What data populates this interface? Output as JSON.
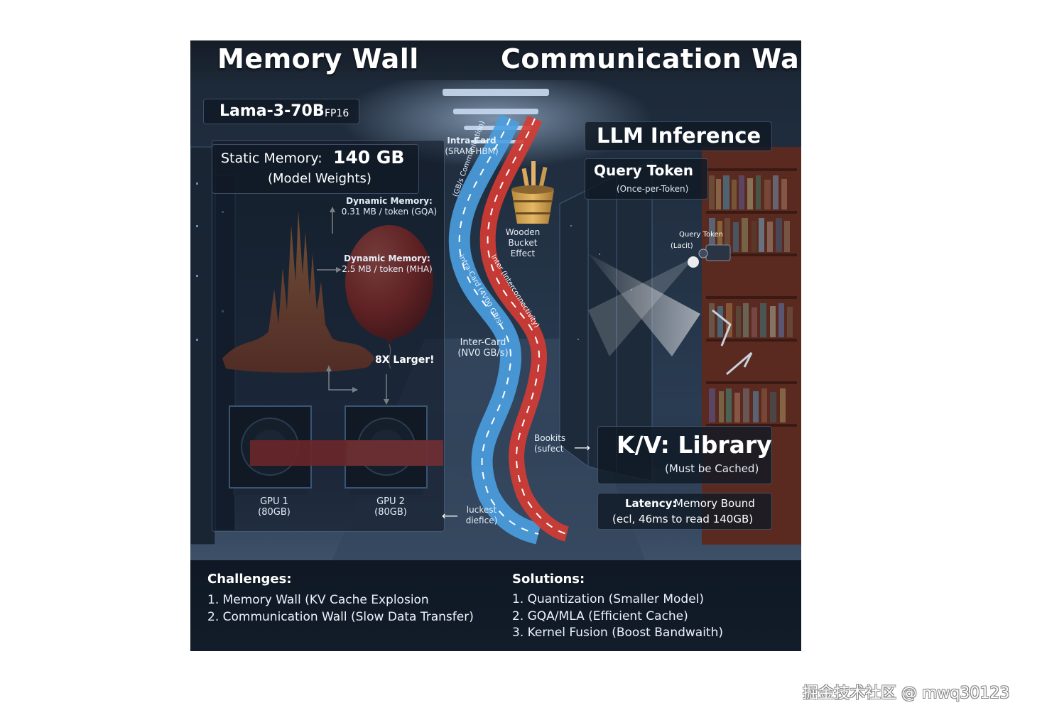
{
  "titles": {
    "left": "Memory Wall",
    "right": "Communication Wall"
  },
  "model": {
    "name": "Lama-3-70B",
    "precision": "FP16"
  },
  "static_memory": {
    "label": "Static Memory:",
    "value": "140 GB",
    "note": "(Model Weights)"
  },
  "dynamic_gqa": {
    "line1": "Dynamic Memory:",
    "line2": "0.31 MB / token (GQA)"
  },
  "dynamic_mha": {
    "line1": "Dynamic Memory:",
    "line2": "2.5 MB / token (MHA)"
  },
  "larger_label": "8X Larger!",
  "gpus": [
    {
      "name": "GPU 1",
      "mem": "(80GB)"
    },
    {
      "name": "GPU 2",
      "mem": "(80GB)"
    }
  ],
  "roads": {
    "intra_card": {
      "line1": "Intra-Card",
      "line2": "(SRAM-HBM)"
    },
    "inter_card": {
      "line1": "Inter-Card",
      "line2": "(NV0 GB/s)"
    },
    "blue_road_text": "intra-Card (4V00 GB/s)",
    "blue_road_top_text": "(GB/s Communication)",
    "red_road_text": "Inter (Interconnectivity)",
    "bucket": {
      "line1": "Wooden",
      "line2": "Bucket",
      "line3": "Effect"
    },
    "bookits": {
      "line1": "Bookits",
      "line2": "(sufect"
    },
    "luckest": {
      "line1": "luckest",
      "line2": "diefice)"
    }
  },
  "llm": {
    "title": "LLM Inference",
    "query_title": "Query Token",
    "query_note": "(Once-per-Token)",
    "lamp_label": "Query Token",
    "lamp_note": "(Lacit)"
  },
  "kv": {
    "title": "K/V: Library",
    "note": "(Must be Cached)"
  },
  "latency": {
    "label": "Latency:",
    "value": "Memory Bound",
    "note": "(ecl, 46ms to read 140GB)"
  },
  "challenges": {
    "heading": "Challenges:",
    "items": [
      "1. Memory Wall (KV Cache Explosion",
      "2. Communication Wall (Slow Data Transfer)"
    ]
  },
  "solutions": {
    "heading": "Solutions:",
    "items": [
      "1. Quantization (Smaller Model)",
      "2. GQA/MLA (Efficient Cache)",
      "3. Kernel Fusion (Boost Bandwaith)"
    ]
  },
  "watermark": "掘金技术社区 @ mwq30123",
  "colors": {
    "accent_red": "#d63b33",
    "road_blue": "#4a9fe0",
    "spike_orange": "#e0753a",
    "panel_bg": "#101824"
  }
}
